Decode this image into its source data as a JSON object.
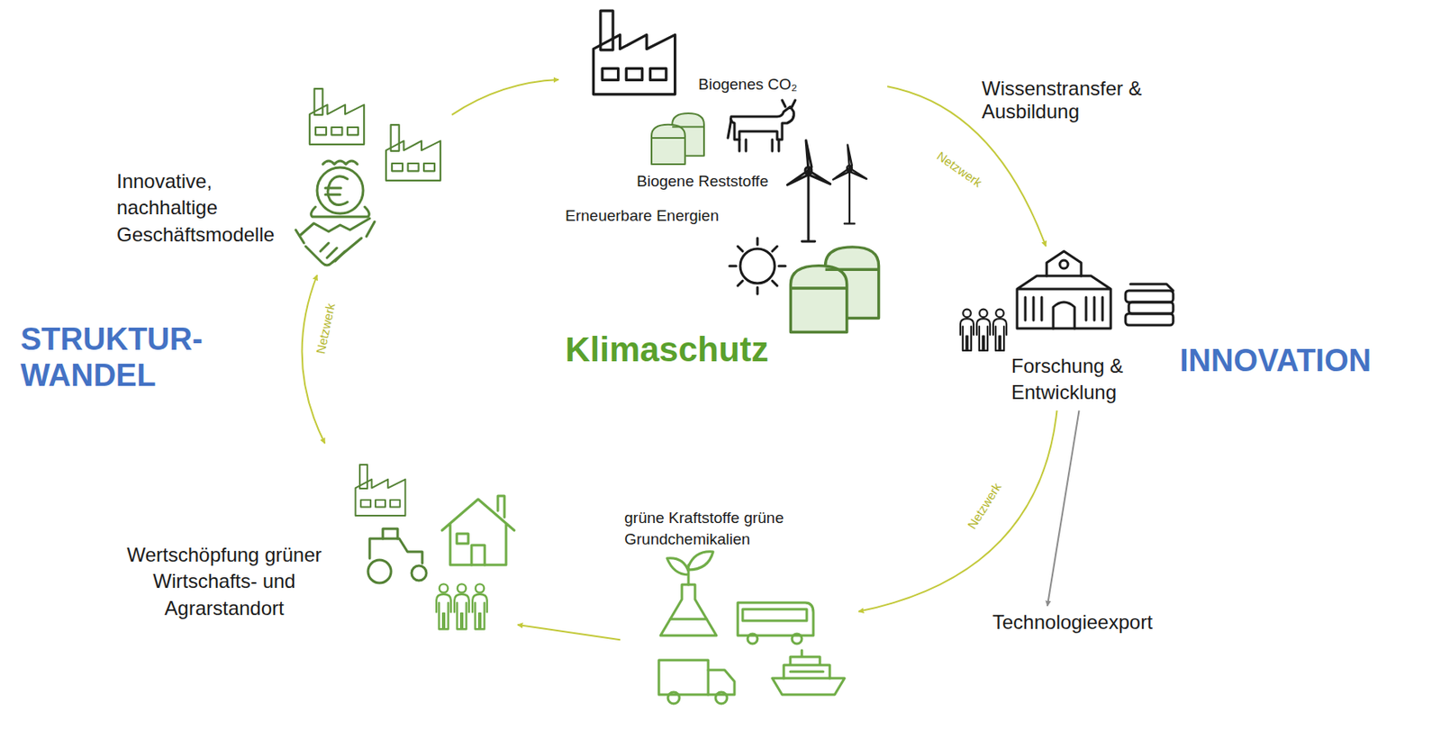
{
  "diagram": {
    "nodes": [
      {
        "text": [
          "Innovative, nachhaltige Geschäftsmodelle"
        ]
      },
      {
        "text": [
          "Biogenes CO₂",
          "Biogene Reststoffe",
          "Erneuerbare Energien"
        ]
      },
      {
        "text": [
          "Forschung & Entwicklung"
        ]
      },
      {
        "text": [
          "Technologieexport"
        ]
      },
      {
        "text": [
          "grüne Kraftstoffe grüne Grundchemikalien"
        ]
      },
      {
        "text": [
          "Wertschöpfung grüner Wirtschafts- und Agrarstandort"
        ]
      }
    ],
    "edges": [
      {
        "from": 0,
        "to": 1,
        "arrow": "to"
      },
      {
        "from": 1,
        "to": 2,
        "label": "Netzwerk",
        "arrow": "to"
      },
      {
        "from": 2,
        "to": 4,
        "label": "Netzwerk",
        "arrow": "to"
      },
      {
        "from": 2,
        "to": 3,
        "arrow": "to"
      },
      {
        "from": 4,
        "to": 5,
        "arrow": "to"
      },
      {
        "from": 5,
        "to": 0,
        "label": "Netzwerk",
        "arrow": "both"
      }
    ],
    "labels": [
      "STRUKTUR- WANDEL",
      "Klimaschutz",
      "INNOVATION",
      "Wissenstransfer & Ausbildung"
    ]
  }
}
